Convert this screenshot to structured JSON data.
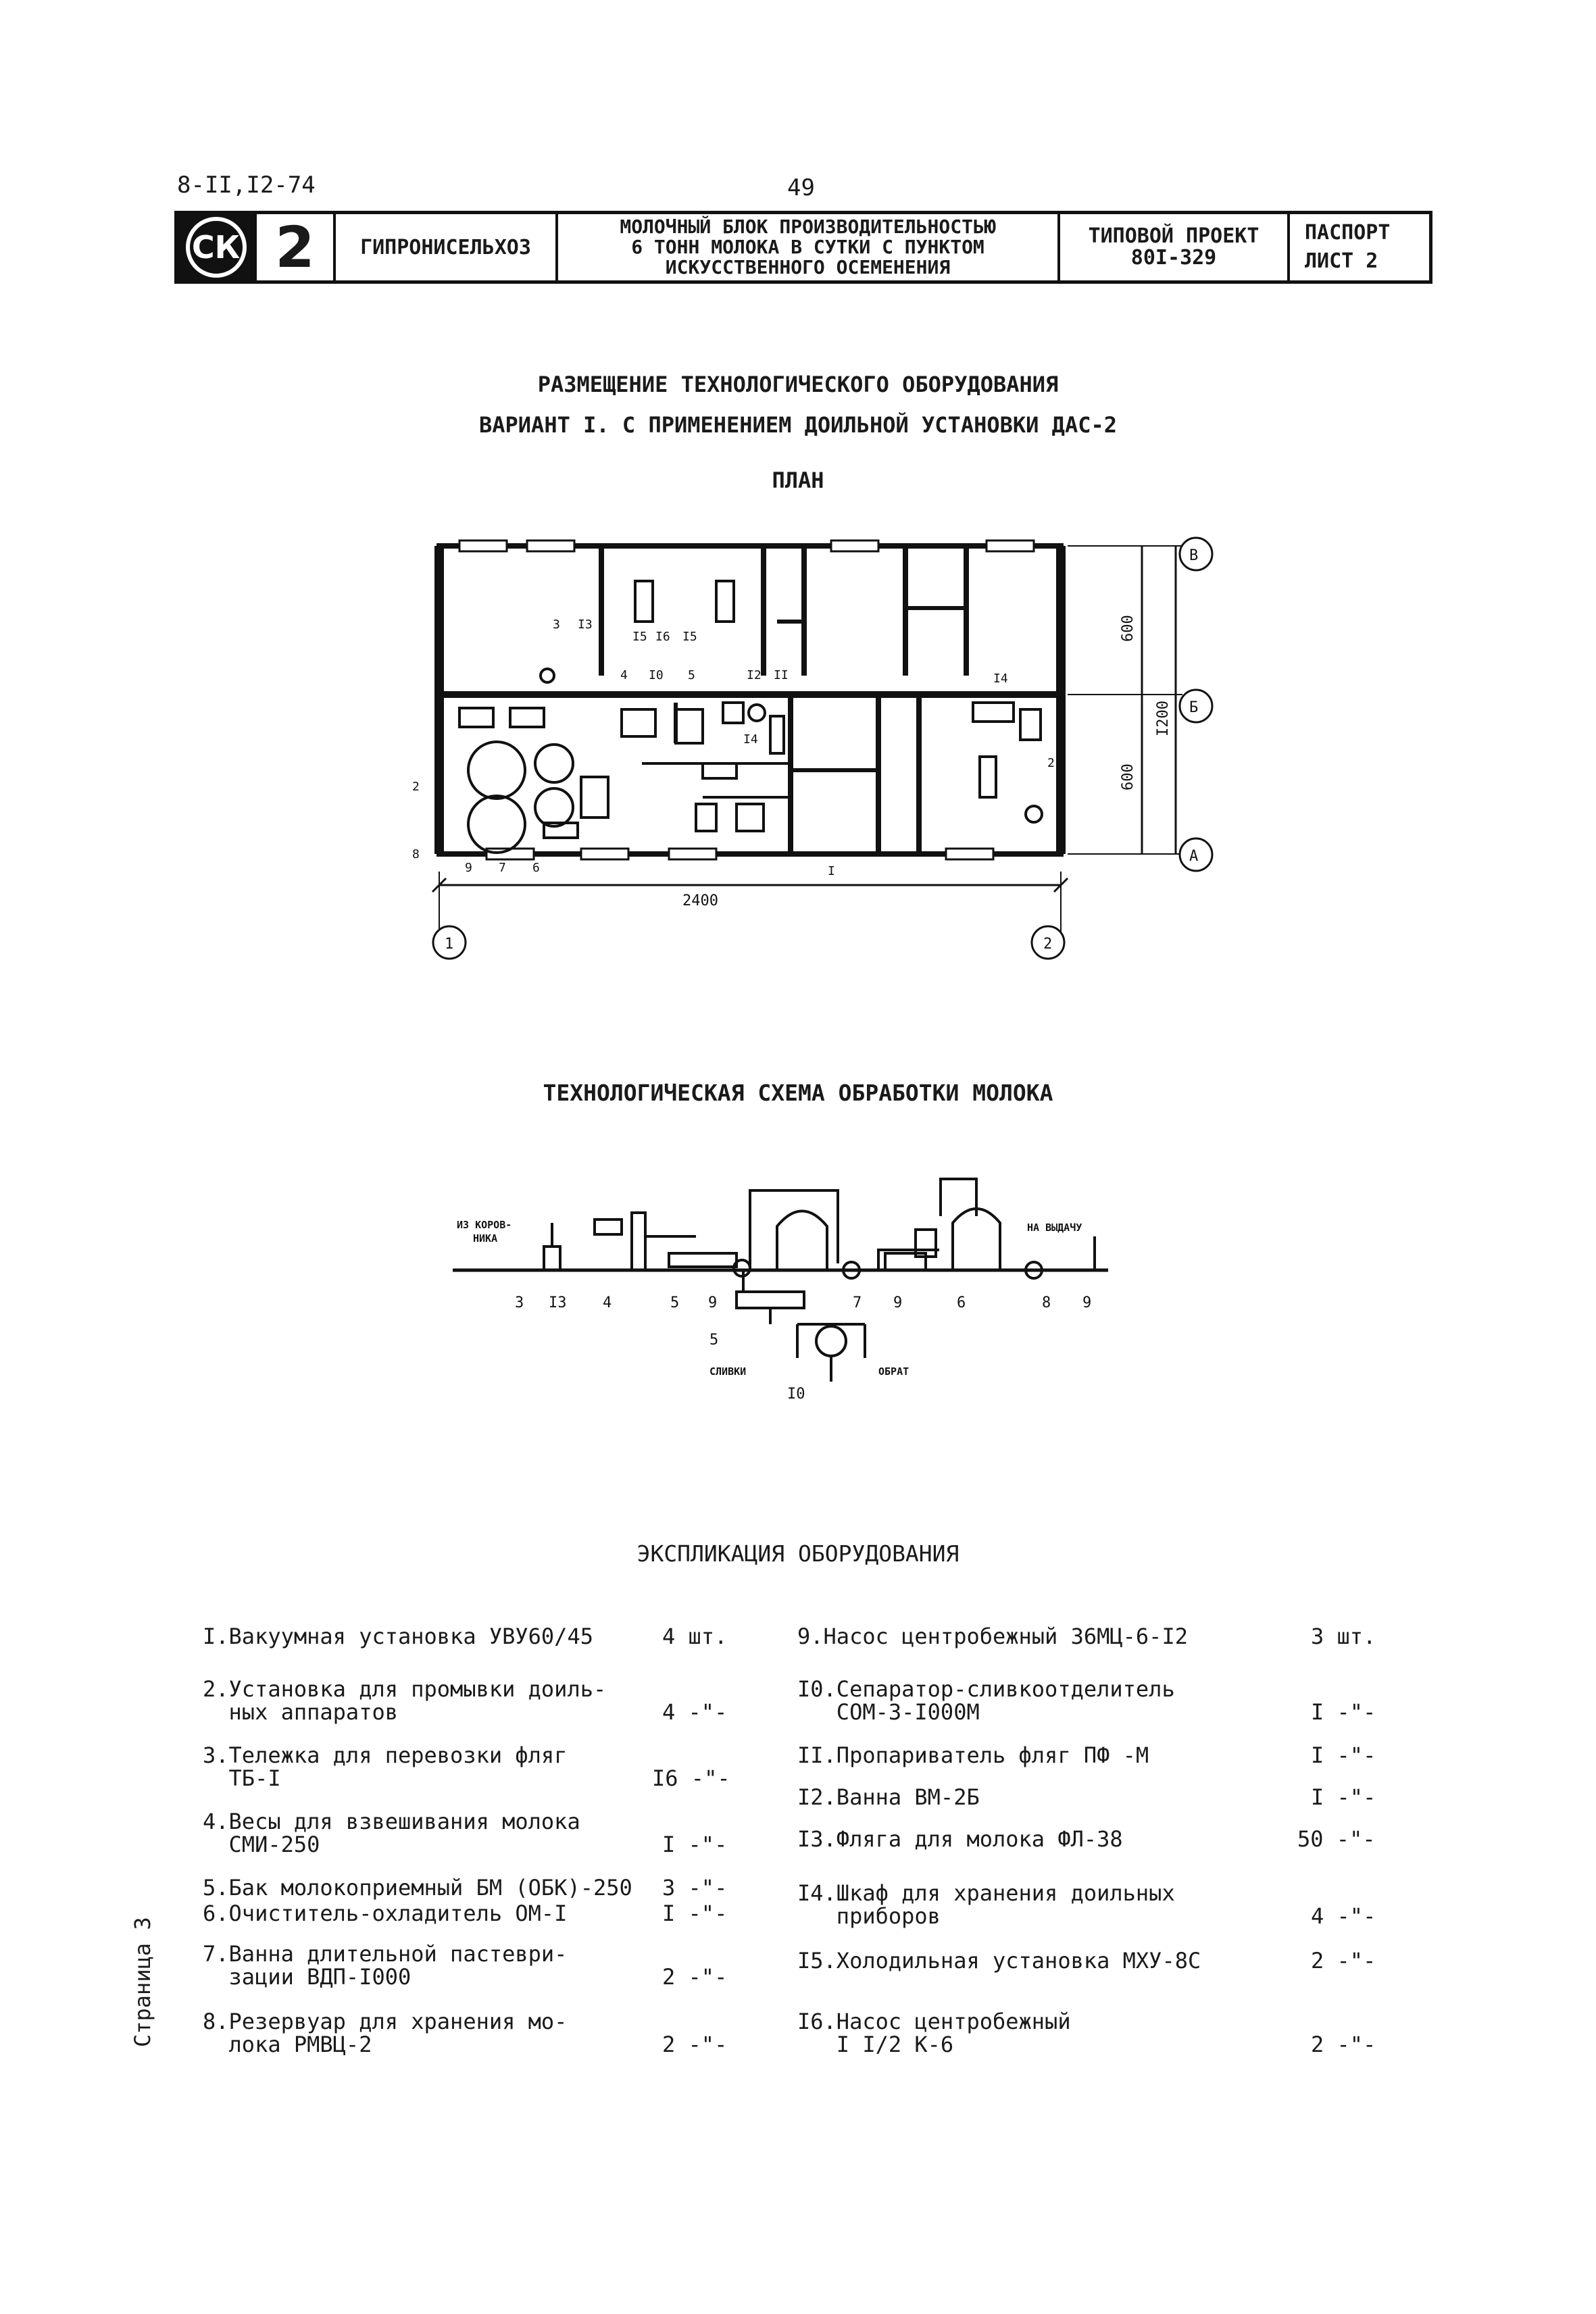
{
  "header": {
    "doc_code": "8-II,I2-74",
    "page_number": "49"
  },
  "title_block": {
    "logo_text": "СК",
    "sheet_number": "2",
    "organization": "ГИПРОНИСЕЛЬХОЗ",
    "name_line1": "МОЛОЧНЫЙ БЛОК ПРОИЗВОДИТЕЛЬНОСТЬЮ",
    "name_line2": "6 ТОНН МОЛОКА В СУТКИ С ПУНКТОМ",
    "name_line3": "ИСКУССТВЕННОГО ОСЕМЕНЕНИЯ",
    "project_line1": "ТИПОВОЙ ПРОЕКТ",
    "project_line2": "80I-329",
    "passport_line1": "ПАСПОРТ",
    "passport_line2": "ЛИСТ  2"
  },
  "headings": {
    "title": "РАЗМЕЩЕНИЕ ТЕХНОЛОГИЧЕСКОГО ОБОРУДОВАНИЯ",
    "variant": "ВАРИАНТ I. С ПРИМЕНЕНИЕМ ДОИЛЬНОЙ УСТАНОВКИ  ДАС-2",
    "plan": "ПЛАН",
    "scheme": "ТЕХНОЛОГИЧЕСКАЯ СХЕМА ОБРАБОТКИ МОЛОКА",
    "explication": "ЭКСПЛИКАЦИЯ ОБОРУДОВАНИЯ"
  },
  "plan": {
    "axis_b": "В",
    "axis_bb": "Б",
    "axis_a": "А",
    "axis_1": "1",
    "axis_2": "2",
    "dim_total_width": "2400",
    "dim_upper": "600",
    "dim_lower": "600",
    "dim_total_height": "I200",
    "callouts": [
      "3",
      "I3",
      "4",
      "I0",
      "5",
      "I2",
      "II",
      "I4",
      "I4",
      "I5",
      "I6",
      "I5",
      "2",
      "2",
      "8",
      "9",
      "7",
      "6",
      "I"
    ]
  },
  "scheme": {
    "from_barn": "ИЗ КОРОВ-",
    "from_barn2": "НИКА",
    "to_delivery": "НА ВЫДАЧУ",
    "cream": "СЛИВКИ",
    "skim": "ОБРАТ",
    "callouts": [
      "3",
      "I3",
      "4",
      "5",
      "9",
      "7",
      "9",
      "6",
      "8",
      "9",
      "5",
      "I0"
    ]
  },
  "equipment_left": [
    {
      "line1": "I.Вакуумная установка УВУ60/45",
      "line2": "",
      "qty": "4 шт."
    },
    {
      "line1": "2.Установка для промывки доиль-",
      "line2": "  ных аппаратов",
      "qty": "4 -\"-"
    },
    {
      "line1": "3.Тележка для перевозки фляг",
      "line2": "  ТБ-I",
      "qty": "I6 -\"-"
    },
    {
      "line1": "4.Весы для взвешивания молока",
      "line2": "  СМИ-250",
      "qty": "I -\"-"
    },
    {
      "line1": "5.Бак молокоприемный БМ (ОБК)-250",
      "line2": "",
      "qty": "3 -\"-"
    },
    {
      "line1": "6.Очиститель-охладитель ОМ-I",
      "line2": "",
      "qty": "I -\"-"
    },
    {
      "line1": "7.Ванна длительной пастеври-",
      "line2": "  зации ВДП-I000",
      "qty": "2 -\"-"
    },
    {
      "line1": "8.Резервуар для хранения мо-",
      "line2": "  лока РМВЦ-2",
      "qty": "2 -\"-"
    }
  ],
  "equipment_right": [
    {
      "line1": "9.Насос центробежный 36МЦ-6-I2",
      "line2": "",
      "qty": "3 шт."
    },
    {
      "line1": "I0.Сепаратор-сливкоотделитель",
      "line2": "   СОМ-3-I000М",
      "qty": "I -\"-"
    },
    {
      "line1": "II.Пропариватель фляг ПФ -М",
      "line2": "",
      "qty": "I -\"-"
    },
    {
      "line1": "I2.Ванна ВМ-2Б",
      "line2": "",
      "qty": "I -\"-"
    },
    {
      "line1": "I3.Фляга для молока ФЛ-38",
      "line2": "",
      "qty": "50 -\"-"
    },
    {
      "line1": "I4.Шкаф для хранения доильных",
      "line2": "   приборов",
      "qty": "4 -\"-"
    },
    {
      "line1": "I5.Холодильная установка МХУ-8С",
      "line2": "",
      "qty": "2 -\"-"
    },
    {
      "line1": "I6.Насос центробежный",
      "line2": "   I I/2 К-6",
      "qty": "2 -\"-"
    }
  ],
  "side_note": "Страница 3"
}
